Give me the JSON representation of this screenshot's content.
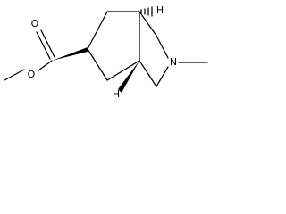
{
  "structure": {
    "atom_labels": {
      "carbonyl_oxygen": "O",
      "ester_oxygen": "O",
      "ring_nitrogen": "N",
      "h_top": "H",
      "h_bottom": "H"
    },
    "stereo": {
      "c6_substituent": "wedge",
      "c8a_hydrogen": "hashed-wedge",
      "c4a_hydrogen": "wedge"
    }
  }
}
